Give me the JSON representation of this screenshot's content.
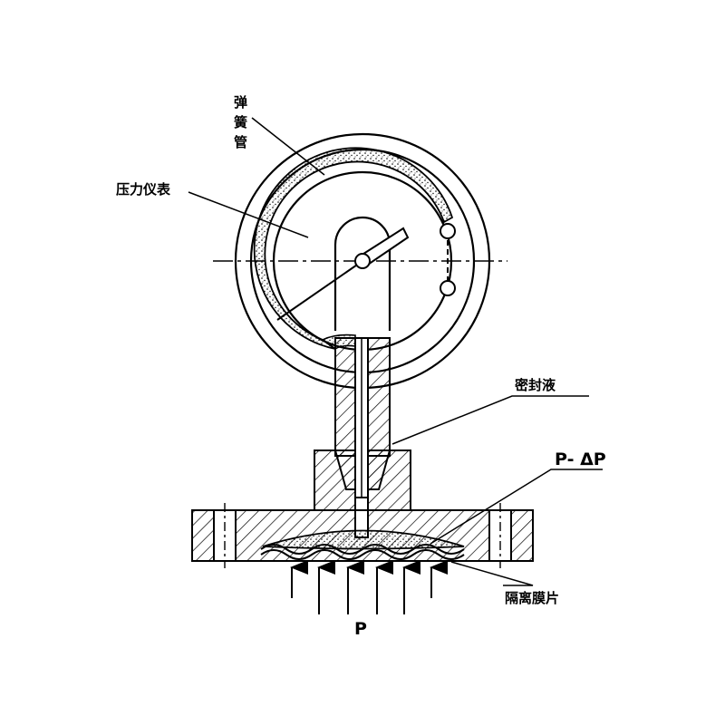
{
  "labels": {
    "bourdon_tube_line1": "弹",
    "bourdon_tube_line2": "簧",
    "bourdon_tube_line3": "管",
    "pressure_gauge": "压力仪表",
    "seal_fluid": "密封液",
    "pressure_drop": "P- ΔP",
    "isolation_diaphragm": "隔离膜片",
    "process_pressure": "P"
  },
  "colors": {
    "line": "#000000",
    "background": "#ffffff"
  }
}
